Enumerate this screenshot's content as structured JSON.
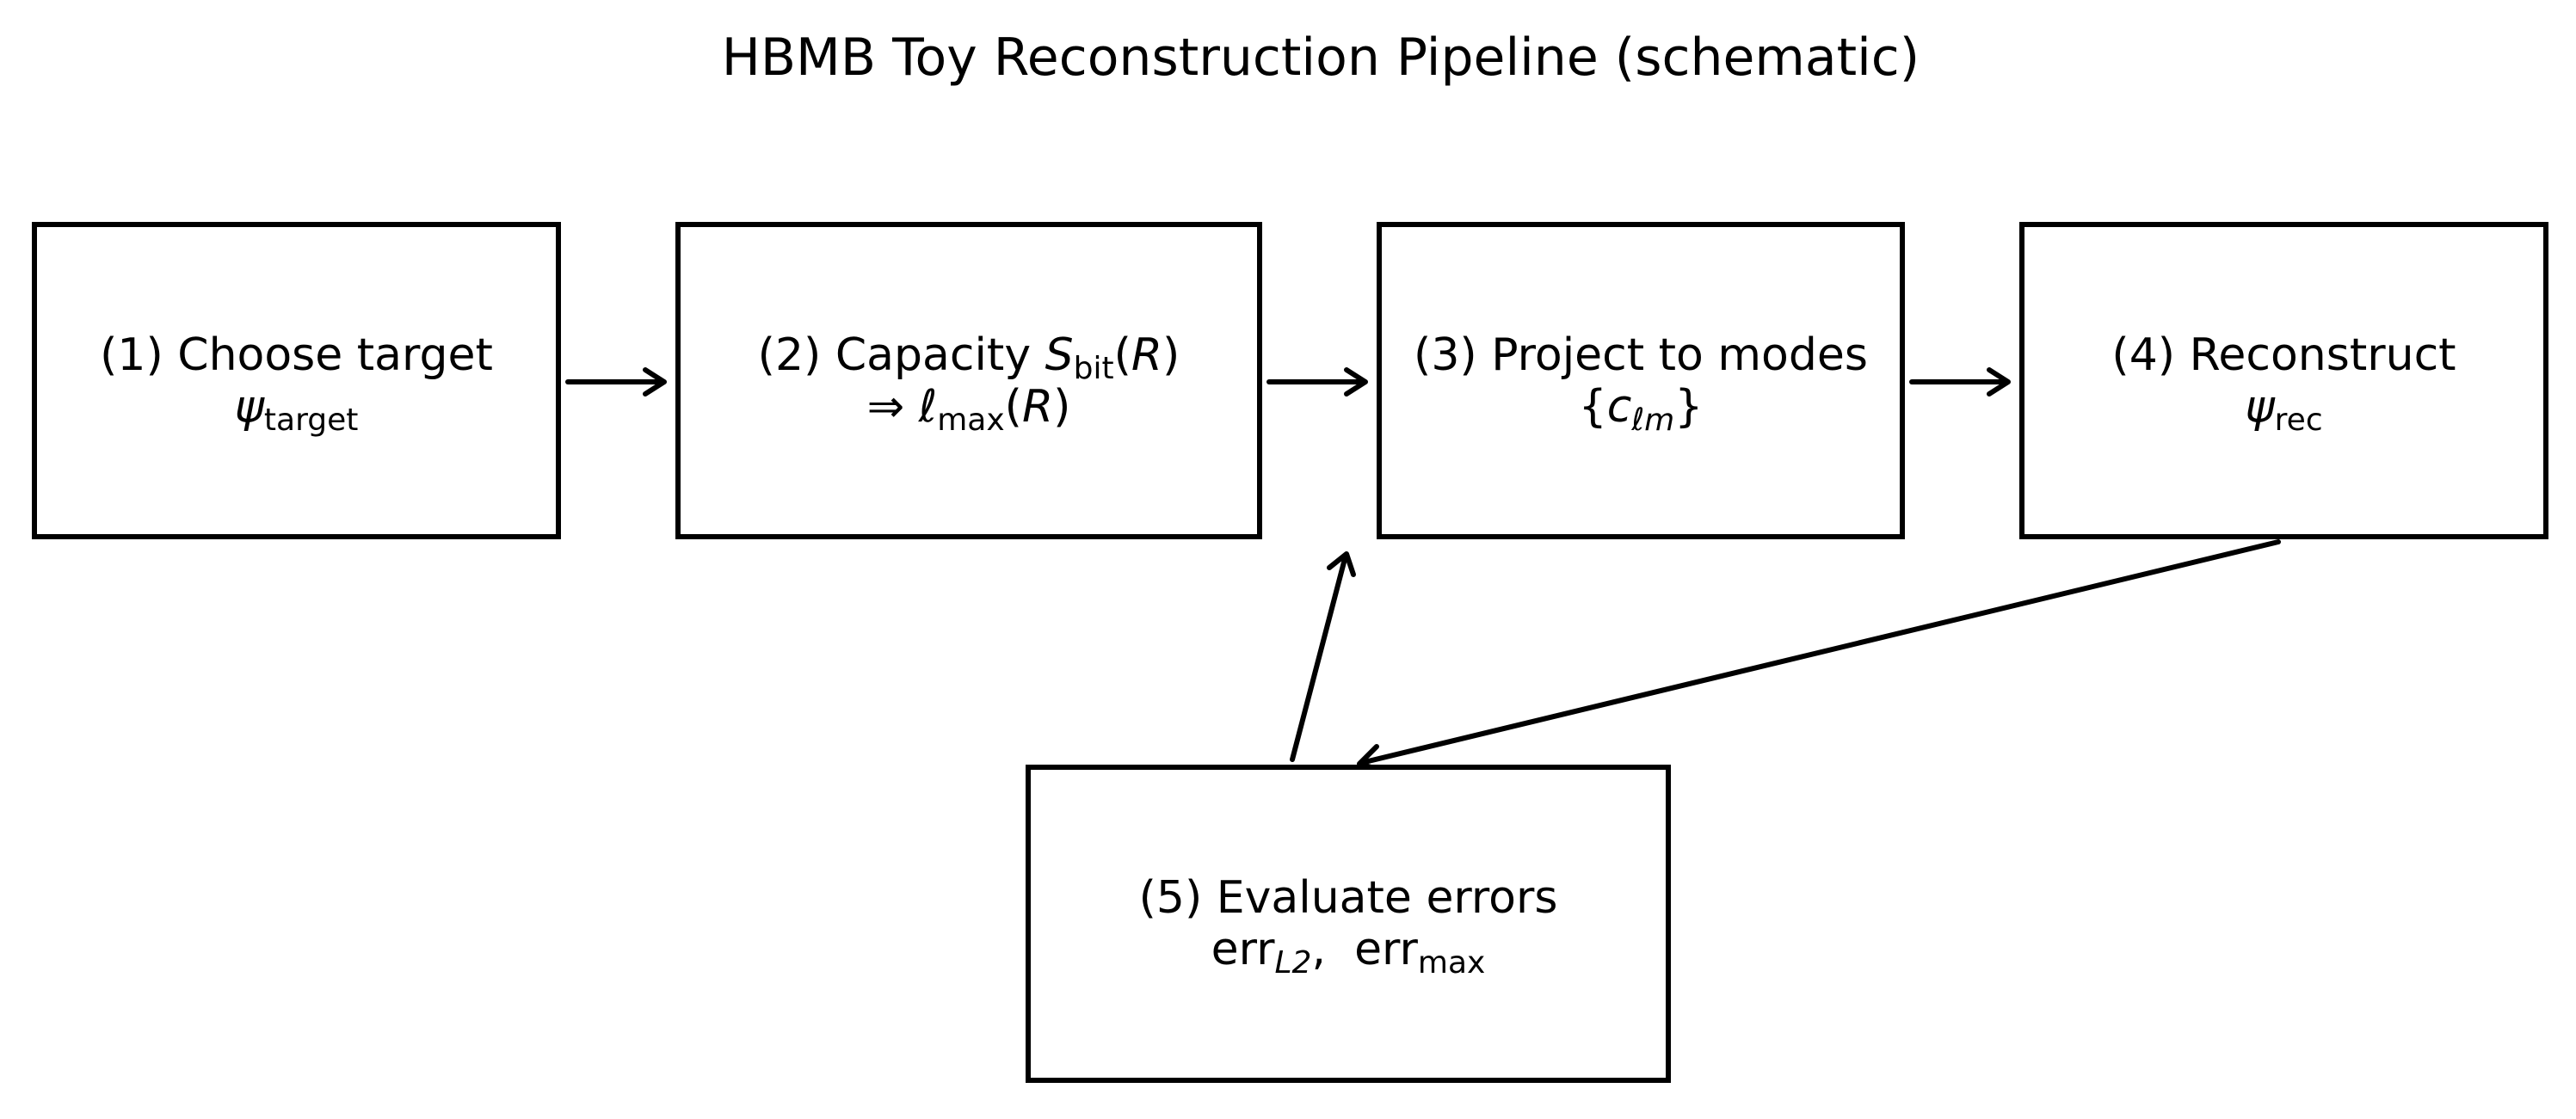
{
  "title": "HBMB Toy Reconstruction Pipeline (schematic)",
  "nodes": [
    {
      "id": "1",
      "line1": "(1) Choose target",
      "psi": "ψ",
      "sub": "target"
    },
    {
      "id": "2",
      "prefix": "(2) Capacity ",
      "S": "S",
      "S_sub": "bit",
      "R1": "(",
      "R": "R",
      "R2": ")",
      "implies": "⇒ ",
      "ell": "ℓ",
      "ell_sub": "max",
      "R3": "(",
      "R4": "R",
      "R5": ")"
    },
    {
      "id": "3",
      "line1": "(3) Project to modes",
      "open": "{",
      "c": "c",
      "c_sub": "ℓm",
      "close": "}"
    },
    {
      "id": "4",
      "line1": "(4) Reconstruct",
      "psi": "ψ",
      "sub": "rec"
    },
    {
      "id": "5",
      "line1": "(5) Evaluate errors",
      "err1": "err",
      "err1_sub": "L2",
      "sep": ",  ",
      "err2": "err",
      "err2_sub": "max"
    }
  ],
  "edges": [
    {
      "from": "1",
      "to": "2"
    },
    {
      "from": "2",
      "to": "3"
    },
    {
      "from": "3",
      "to": "4"
    },
    {
      "from": "4",
      "to": "5"
    },
    {
      "from": "5",
      "to": "3"
    }
  ],
  "colors": {
    "stroke": "#000000",
    "background": "#ffffff"
  }
}
